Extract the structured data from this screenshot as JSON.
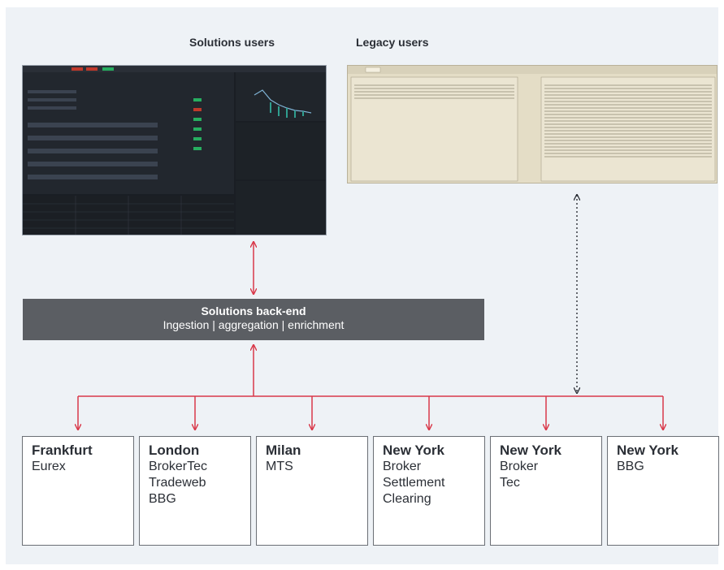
{
  "headers": {
    "solutions": "Solutions users",
    "legacy": "Legacy users"
  },
  "backend": {
    "title": "Solutions back-end",
    "subtitle": "Ingestion | aggregation | enrichment"
  },
  "sources": [
    {
      "city": "Frankfurt",
      "lines": [
        "Eurex"
      ]
    },
    {
      "city": "London",
      "lines": [
        "BrokerTec",
        "Tradeweb",
        "BBG"
      ]
    },
    {
      "city": "Milan",
      "lines": [
        "MTS"
      ]
    },
    {
      "city": "New York",
      "lines": [
        "Broker",
        "Settlement",
        "Clearing"
      ]
    },
    {
      "city": "New York",
      "lines": [
        "Broker",
        "Tec"
      ]
    },
    {
      "city": "New York",
      "lines": [
        "BBG"
      ]
    }
  ],
  "colors": {
    "arrow_red": "#d9394a",
    "backend_bg": "#5b5e63",
    "panel_bg": "#eef2f6"
  }
}
